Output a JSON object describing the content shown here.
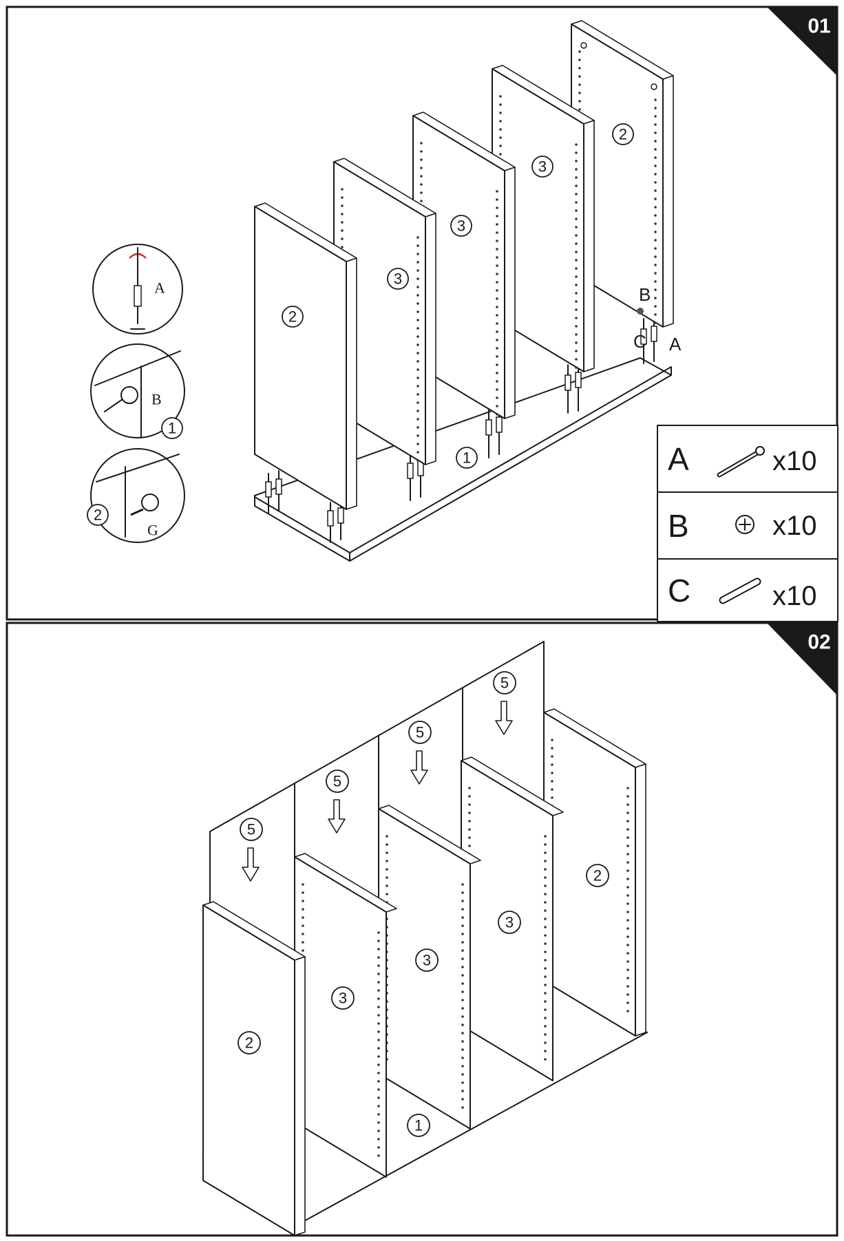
{
  "step1": {
    "number": "01",
    "panels": [
      "2",
      "3",
      "3",
      "3",
      "2"
    ],
    "base_label": "1",
    "hardware_labels": {
      "b": "B",
      "c": "C",
      "a": "A"
    },
    "details": {
      "detail1_label": "A",
      "detail2_label": "B",
      "detail2_part": "1",
      "detail3_part": "2",
      "detail3_label": "G"
    },
    "legend": [
      {
        "letter": "A",
        "qty": "x10"
      },
      {
        "letter": "B",
        "qty": "x10"
      },
      {
        "letter": "C",
        "qty": "x10"
      }
    ]
  },
  "step2": {
    "number": "02",
    "back_panels": [
      "5",
      "5",
      "5",
      "5"
    ],
    "panels": [
      "2",
      "3",
      "3",
      "3",
      "2"
    ],
    "base_label": "1"
  },
  "colors": {
    "line": "#1a1a1a",
    "badge": "#1a1a1a",
    "background": "#ffffff"
  }
}
